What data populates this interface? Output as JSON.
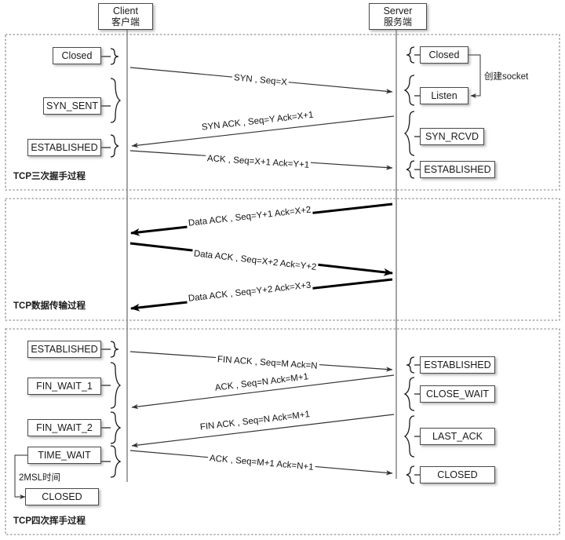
{
  "diagram": {
    "title": "TCP connection lifecycle sequence diagram",
    "participants": [
      {
        "id": "client",
        "name_en": "Client",
        "name_cn": "客户端"
      },
      {
        "id": "server",
        "name_en": "Server",
        "name_cn": "服务端"
      }
    ],
    "colors": {
      "box_border": "#4a4a4a",
      "line": "#444444",
      "thick_line": "#000000",
      "section_border": "#808080",
      "background": "#ffffff"
    },
    "sections": [
      {
        "id": "handshake",
        "caption": "TCP三次握手过程",
        "client_states": [
          "Closed",
          "SYN_SENT",
          "ESTABLISHED"
        ],
        "server_states": [
          "Closed",
          "Listen",
          "SYN_RCVD",
          "ESTABLISHED"
        ],
        "annotations": [
          "创建socket"
        ],
        "messages": [
          {
            "label": "SYN , Seq=X",
            "direction": "client-to-server"
          },
          {
            "label": "SYN ACK , Seq=Y Ack=X+1",
            "direction": "server-to-client"
          },
          {
            "label": "ACK , Seq=X+1 Ack=Y+1",
            "direction": "client-to-server"
          }
        ]
      },
      {
        "id": "transfer",
        "caption": "TCP数据传输过程",
        "client_states": [],
        "server_states": [],
        "annotations": [],
        "messages": [
          {
            "label": "Data ACK , Seq=Y+1 Ack=X+2",
            "direction": "server-to-client"
          },
          {
            "label": "Data ACK , Seq=X+2 Ack=Y+2",
            "direction": "client-to-server"
          },
          {
            "label": "Data ACK , Seq=Y+2 Ack=X+3",
            "direction": "server-to-client"
          }
        ]
      },
      {
        "id": "teardown",
        "caption": "TCP四次挥手过程",
        "client_states": [
          "ESTABLISHED",
          "FIN_WAIT_1",
          "FIN_WAIT_2",
          "TIME_WAIT",
          "CLOSED"
        ],
        "server_states": [
          "ESTABLISHED",
          "CLOSE_WAIT",
          "LAST_ACK",
          "CLOSED"
        ],
        "annotations": [
          "2MSL时间"
        ],
        "messages": [
          {
            "label": "FIN ACK , Seq=M Ack=N",
            "direction": "client-to-server"
          },
          {
            "label": "ACK , Seq=N Ack=M+1",
            "direction": "server-to-client"
          },
          {
            "label": "FIN ACK , Seq=N Ack=M+1",
            "direction": "server-to-client"
          },
          {
            "label": "ACK , Seq=M+1 Ack=N+1",
            "direction": "client-to-server"
          }
        ]
      }
    ]
  },
  "labels": {
    "client_en": "Client",
    "client_cn": "客户端",
    "server_en": "Server",
    "server_cn": "服务端",
    "s1_caption": "TCP三次握手过程",
    "s1_c_closed": "Closed",
    "s1_c_synsent": "SYN_SENT",
    "s1_c_established": "ESTABLISHED",
    "s1_s_closed": "Closed",
    "s1_s_listen": "Listen",
    "s1_s_synrcvd": "SYN_RCVD",
    "s1_s_established": "ESTABLISHED",
    "s1_note_socket": "创建socket",
    "s1_m1": "SYN , Seq=X",
    "s1_m2": "SYN ACK , Seq=Y Ack=X+1",
    "s1_m3": "ACK , Seq=X+1 Ack=Y+1",
    "s2_caption": "TCP数据传输过程",
    "s2_m1": "Data ACK , Seq=Y+1 Ack=X+2",
    "s2_m2": "Data ACK , Seq=X+2 Ack=Y+2",
    "s2_m3": "Data ACK , Seq=Y+2 Ack=X+3",
    "s3_caption": "TCP四次挥手过程",
    "s3_c_established": "ESTABLISHED",
    "s3_c_finwait1": "FIN_WAIT_1",
    "s3_c_finwait2": "FIN_WAIT_2",
    "s3_c_timewait": "TIME_WAIT",
    "s3_c_closed": "CLOSED",
    "s3_s_established": "ESTABLISHED",
    "s3_s_closewait": "CLOSE_WAIT",
    "s3_s_lastack": "LAST_ACK",
    "s3_s_closed": "CLOSED",
    "s3_note_msl": "2MSL时间",
    "s3_m1": "FIN ACK , Seq=M Ack=N",
    "s3_m2": "ACK , Seq=N Ack=M+1",
    "s3_m3": "FIN ACK , Seq=N Ack=M+1",
    "s3_m4": "ACK , Seq=M+1 Ack=N+1"
  }
}
